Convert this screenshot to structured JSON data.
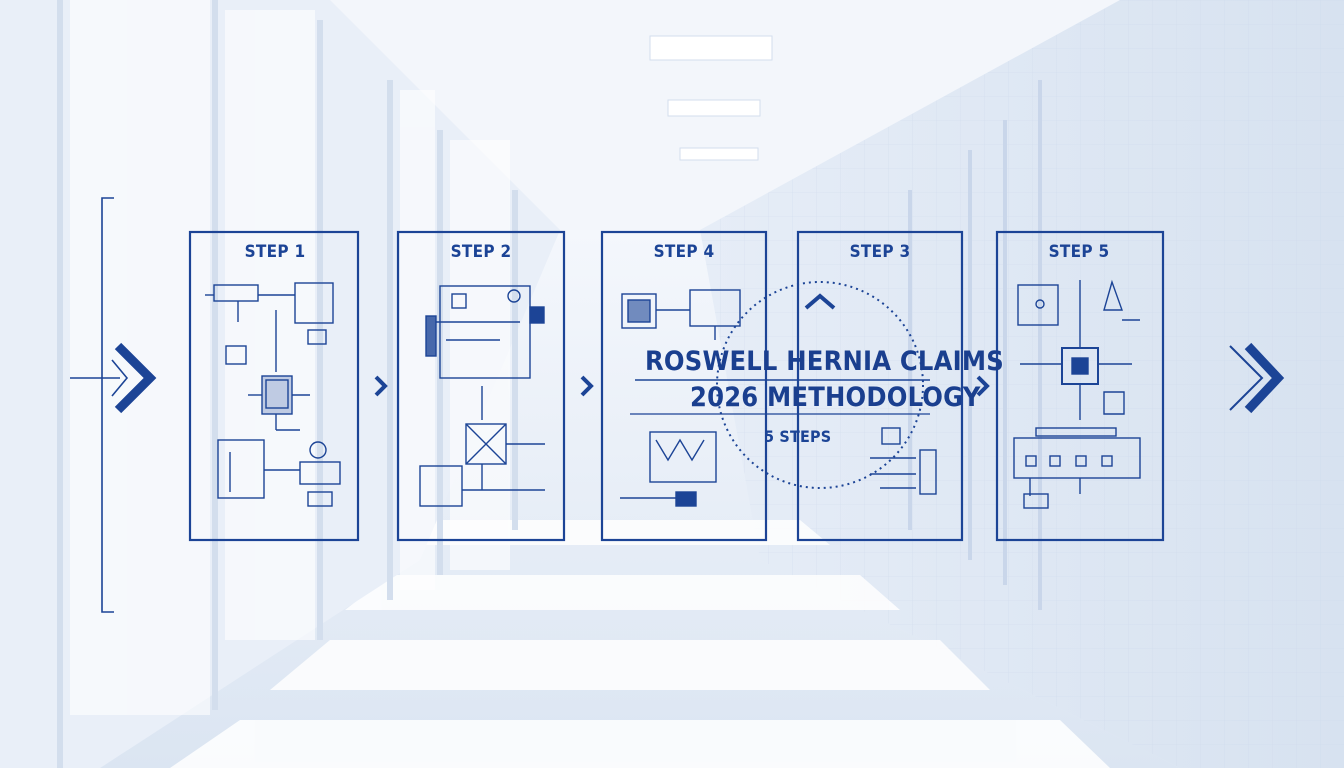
{
  "steps": [
    {
      "label": "STEP 1"
    },
    {
      "label": "STEP 2"
    },
    {
      "label": "STEP 4"
    },
    {
      "label": "STEP 3"
    },
    {
      "label": "STEP 5"
    }
  ],
  "title": {
    "line1": "ROSWELL HERNIA CLAIMS",
    "line2": "2026 METHODOLOGY",
    "subtitle": "5 STEPS"
  },
  "colors": {
    "accent": "#1c4496",
    "background": "#eef3fa"
  }
}
